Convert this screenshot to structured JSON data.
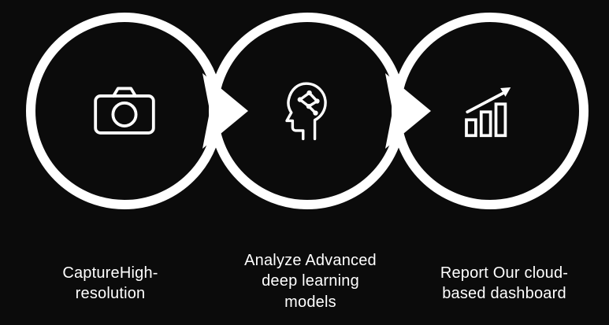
{
  "diagram": {
    "type": "process-flow",
    "direction": "left-to-right",
    "colors": {
      "background": "#0b0b0b",
      "circle_border": "#ffffff",
      "icon": "#ffffff",
      "text": "#ffffff",
      "connector": "#ffffff"
    },
    "steps": [
      {
        "id": "capture",
        "icon": "camera-icon",
        "label": "CaptureHigh-resolution"
      },
      {
        "id": "analyze",
        "icon": "ai-head-icon",
        "label": "Analyze Advanced deep learning models"
      },
      {
        "id": "report",
        "icon": "growth-chart-icon",
        "label": "Report Our cloud-based dashboard"
      }
    ]
  }
}
